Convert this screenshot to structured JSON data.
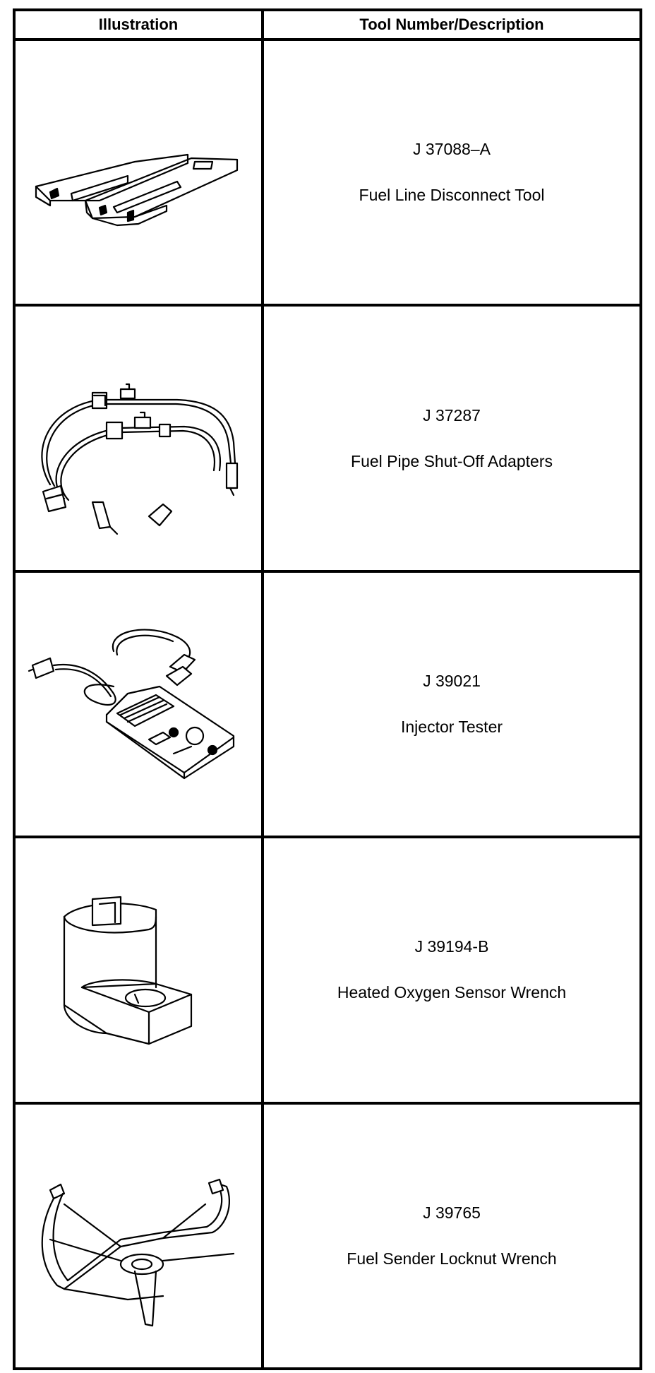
{
  "table": {
    "headers": {
      "illustration": "Illustration",
      "description": "Tool Number/Description"
    },
    "rows": [
      {
        "number": "J 37088–A",
        "description": "Fuel Line Disconnect Tool",
        "icon": "fuel-line-disconnect-tool-icon"
      },
      {
        "number": "J 37287",
        "description": "Fuel Pipe Shut-Off Adapters",
        "icon": "shut-off-adapters-icon"
      },
      {
        "number": "J 39021",
        "description": "Injector Tester",
        "icon": "injector-tester-icon"
      },
      {
        "number": "J 39194-B",
        "description": "Heated Oxygen Sensor Wrench",
        "icon": "oxygen-sensor-wrench-icon"
      },
      {
        "number": "J 39765",
        "description": "Fuel Sender Locknut Wrench",
        "icon": "locknut-wrench-icon"
      }
    ]
  }
}
